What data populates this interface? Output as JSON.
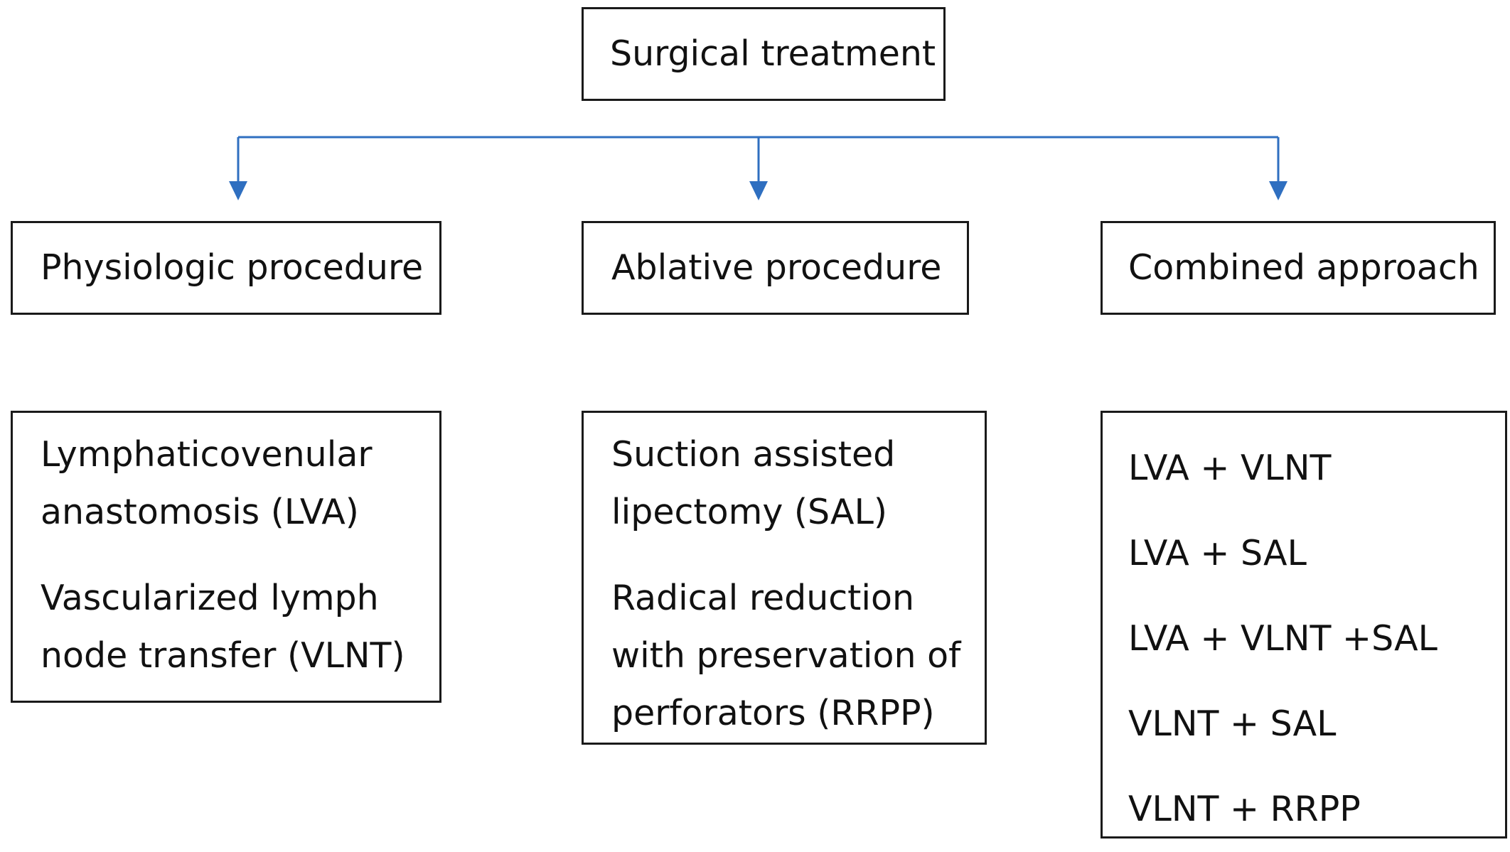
{
  "root": {
    "label": "Surgical treatment"
  },
  "categories": [
    {
      "label": "Physiologic procedure",
      "details": [
        [
          "Lymphaticovenular",
          "anastomosis (LVA)"
        ],
        [
          "Vascularized lymph",
          "node transfer (VLNT)"
        ]
      ]
    },
    {
      "label": "Ablative procedure",
      "details": [
        [
          "Suction assisted",
          "lipectomy (SAL)"
        ],
        [
          "Radical reduction",
          "with preservation of",
          "perforators (RRPP)"
        ]
      ]
    },
    {
      "label": "Combined approach",
      "details": [
        [
          "LVA + VLNT"
        ],
        [
          "LVA + SAL"
        ],
        [
          "LVA + VLNT +SAL"
        ],
        [
          "VLNT + SAL"
        ],
        [
          "VLNT + RRPP"
        ]
      ]
    }
  ],
  "colors": {
    "connector": "#2f6fc0",
    "box_border": "#1a1a1a",
    "text": "#111111"
  }
}
